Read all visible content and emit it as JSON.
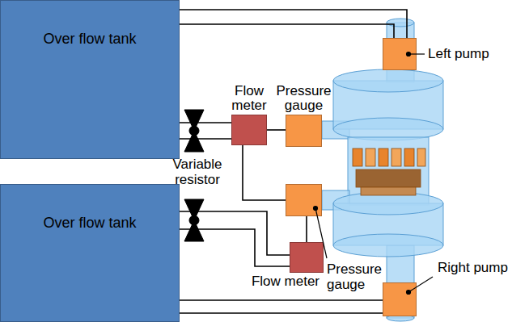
{
  "diagram": {
    "nodes": [
      {
        "text": [
          "Over flow tank"
        ]
      },
      {
        "text": [
          "Over flow tank"
        ]
      },
      {
        "text": [
          "Flow meter"
        ]
      },
      {
        "text": [
          "Pressure gauge"
        ]
      },
      {
        "text": [
          "Left pump"
        ]
      },
      {
        "text": [
          "Pressure gauge"
        ]
      },
      {
        "text": [
          "Flow meter"
        ]
      },
      {
        "text": [
          "Right pump"
        ]
      }
    ],
    "edges": [
      {
        "from": 0,
        "to": 4,
        "arrow": "none"
      },
      {
        "from": 0,
        "to": 4,
        "arrow": "none"
      },
      {
        "from": 0,
        "to": 2,
        "arrow": "none"
      },
      {
        "from": 0,
        "to": 2,
        "arrow": "none"
      },
      {
        "from": 2,
        "to": 3,
        "arrow": "none"
      },
      {
        "from": 2,
        "to": 5,
        "arrow": "none"
      },
      {
        "from": 1,
        "to": 6,
        "arrow": "none"
      },
      {
        "from": 1,
        "to": 6,
        "arrow": "none"
      },
      {
        "from": 6,
        "to": 5,
        "arrow": "none"
      },
      {
        "from": 1,
        "to": 7,
        "arrow": "none"
      },
      {
        "from": 1,
        "to": 7,
        "arrow": "none"
      }
    ],
    "labels": [
      "Variable resistor"
    ]
  }
}
